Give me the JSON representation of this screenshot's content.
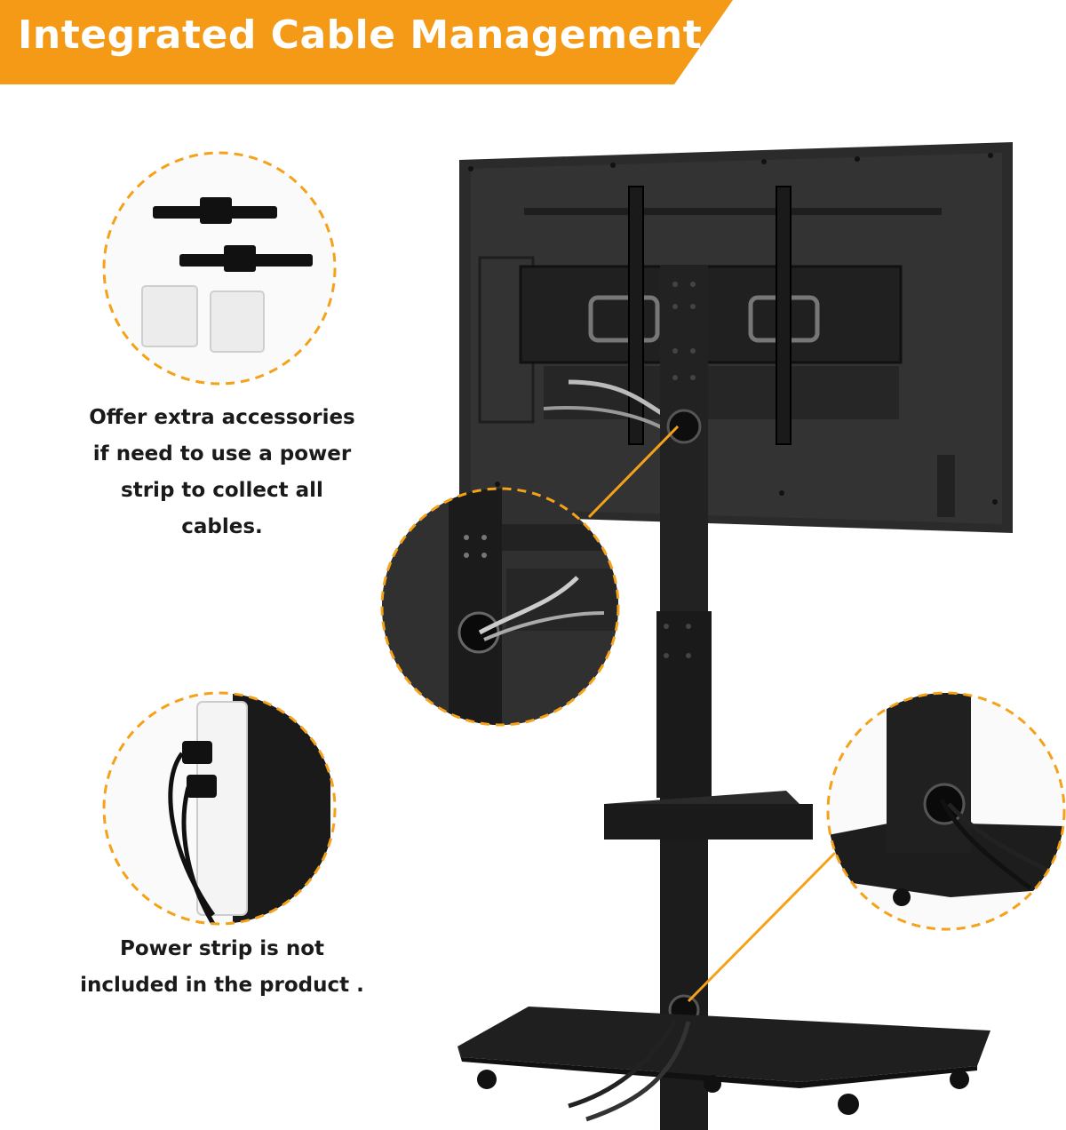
{
  "banner": {
    "title": "Integrated Cable Management",
    "color": "#f59a16"
  },
  "callouts": {
    "accessories_text": "Offer extra accessories if need to use a power strip to collect all cables.",
    "power_strip_text": "Power strip is not included in the product ."
  },
  "colors": {
    "accent": "#f5a21b",
    "stand": "#1c1c1c",
    "tv_back": "#2b2b2b"
  },
  "icons": [
    "cable-tie-icon",
    "adhesive-pad-icon",
    "power-strip-icon",
    "cable-grommet-icon",
    "caster-wheel-icon"
  ]
}
